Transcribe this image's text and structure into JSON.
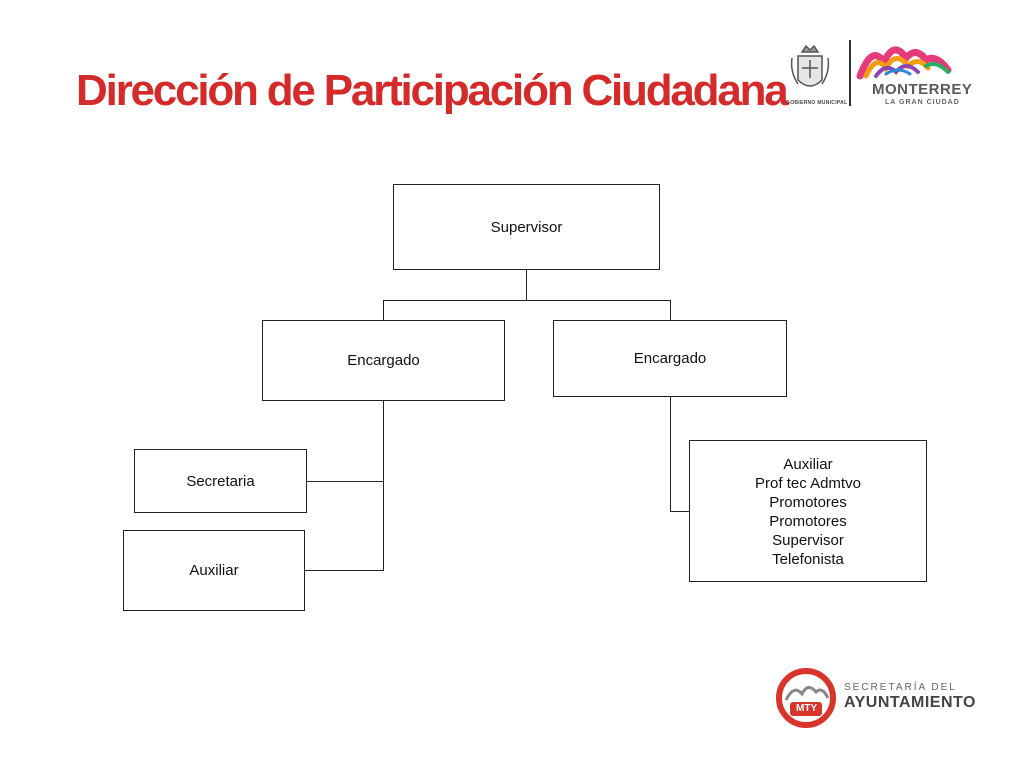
{
  "header": {
    "title": "Dirección de Participación Ciudadana",
    "title_color": "#d42a2a"
  },
  "logos": {
    "municipal_caption": "GOBIERNO MUNICIPAL",
    "city_name": "MONTERREY",
    "city_tagline": "LA GRAN CIUDAD",
    "city_name_color": "#5a5a5a",
    "secretaria_line1": "SECRETARÍA DEL",
    "secretaria_line2": "AYUNTAMIENTO",
    "seal_text": "MTY",
    "seal_color": "#d9342b"
  },
  "org_chart": {
    "supervisor": "Supervisor",
    "encargado_left": "Encargado",
    "encargado_right": "Encargado",
    "secretaria": "Secretaria",
    "auxiliar_left": "Auxiliar",
    "right_staff": [
      "Auxiliar",
      "Prof tec Admtvo",
      "Promotores",
      "Promotores",
      "Supervisor",
      "Telefonista"
    ]
  }
}
